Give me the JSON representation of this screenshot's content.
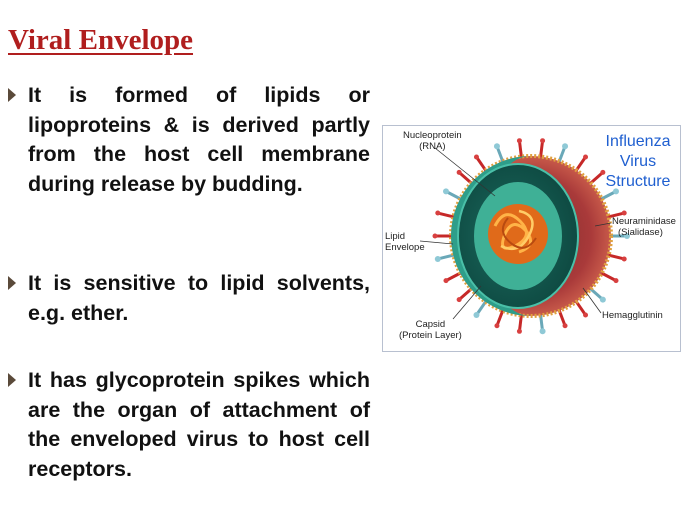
{
  "slide": {
    "title": "Viral Envelope",
    "bullets": [
      {
        "text": "It is formed of lipids or lipoproteins & is derived partly from the host cell membrane during release by budding."
      },
      {
        "text": "It is sensitive to lipid solvents, e.g. ether."
      },
      {
        "text": "It has glycoprotein spikes which are the organ of attachment of the enveloped virus to host cell receptors."
      }
    ]
  },
  "figure": {
    "title_lines": [
      "Influenza",
      "Virus",
      "Structure"
    ],
    "labels": {
      "nucleoprotein": [
        "Nucleoprotein",
        "(RNA)"
      ],
      "lipid_envelope": [
        "Lipid",
        "Envelope"
      ],
      "capsid": [
        "Capsid",
        "(Protein Layer)"
      ],
      "neuraminidase": [
        "Neuraminidase",
        "(Sialidase)"
      ],
      "hemagglutinin": [
        "Hemagglutinin"
      ]
    },
    "colors": {
      "title": "#1f5fd0",
      "heading": "#b01e1e",
      "spike": "#c62828",
      "capsid": "#2e9e8a",
      "envelope": "#e0a040",
      "rna": "#d2691e"
    }
  }
}
